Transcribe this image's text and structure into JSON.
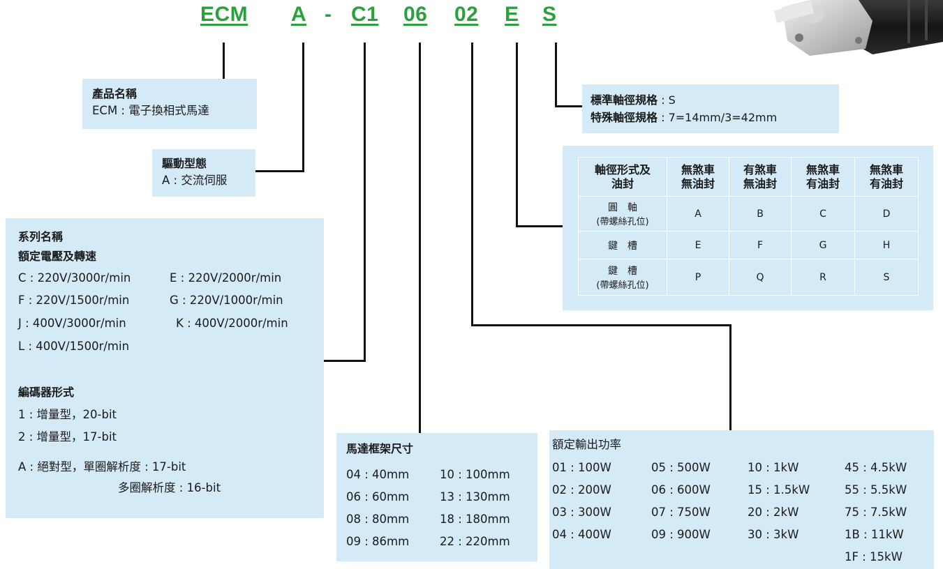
{
  "code": {
    "p1": "ECM",
    "p2": "A",
    "dash": "-",
    "p3": "C1",
    "p4": "06",
    "p5": "02",
    "p6": "E",
    "p7": "S"
  },
  "product": {
    "title": "產品名稱",
    "line": "ECM : 電子換相式馬達"
  },
  "drive": {
    "title": "驅動型態",
    "line": "A : 交流伺服"
  },
  "series": {
    "title1": "系列名稱",
    "title2": "額定電壓及轉速",
    "speeds": [
      [
        "C : 220V/3000r/min",
        "E : 220V/2000r/min"
      ],
      [
        "F : 220V/1500r/min",
        "G : 220V/1000r/min"
      ],
      [
        "J : 400V/3000r/min",
        "K : 400V/2000r/min"
      ],
      [
        "L : 400V/1500r/min",
        ""
      ]
    ],
    "enc_title": "編碼器形式",
    "enc1_prefix": "1 : 增量型，",
    "enc1_bits": "20-bit",
    "enc2_prefix": "2 : 增量型，",
    "enc2_bits": "17-bit",
    "encA_prefix": "A : 絕對型，單圈解析度 : ",
    "encA_bits": "17-bit",
    "encA2_prefix": "多圈解析度 : ",
    "encA2_bits": "16-bit"
  },
  "shaft_std": {
    "std_label": "標準軸徑規格",
    "std_val": " : S",
    "spc_label": "特殊軸徑規格",
    "spc_val": " : 7=14mm/3=42mm"
  },
  "shaft_table": {
    "header": [
      "軸徑形式及",
      "油封",
      "無煞車",
      "無油封",
      "有煞車",
      "無油封",
      "無煞車",
      "有油封",
      "無煞車",
      "有油封"
    ],
    "rows": [
      {
        "name1": "圓　軸",
        "name2": "(帶螺絲孔位)",
        "cells": [
          "A",
          "B",
          "C",
          "D"
        ]
      },
      {
        "name1": "鍵　槽",
        "name2": "",
        "cells": [
          "E",
          "F",
          "G",
          "H"
        ]
      },
      {
        "name1": "鍵　槽",
        "name2": "(帶螺絲孔位)",
        "cells": [
          "P",
          "Q",
          "R",
          "S"
        ]
      }
    ]
  },
  "frame": {
    "title": "馬達框架尺寸",
    "rows": [
      [
        "04 : 40mm",
        "10 : 100mm"
      ],
      [
        "06 : 60mm",
        "13 : 130mm"
      ],
      [
        "08 : 80mm",
        "18 : 180mm"
      ],
      [
        "09 : 86mm",
        "22 : 220mm"
      ]
    ]
  },
  "power": {
    "title": "額定輸出功率",
    "cols": [
      [
        "01 : 100W",
        "02 : 200W",
        "03 : 300W",
        "04 : 400W"
      ],
      [
        "05 : 500W",
        "06 : 600W",
        "07 : 750W",
        "09 : 900W"
      ],
      [
        "10 : 1kW",
        "15 : 1.5kW",
        "20 : 2kW",
        "30 : 3kW"
      ],
      [
        "45 : 4.5kW",
        "55 : 5.5kW",
        "75 : 7.5kW",
        "1B : 11kW",
        "1F : 15kW"
      ]
    ]
  },
  "colors": {
    "code_green": "#2ca03c",
    "box_blue": "#d5eaf7",
    "line": "#111111"
  },
  "icons": {
    "motor": "servo-motor-image"
  }
}
